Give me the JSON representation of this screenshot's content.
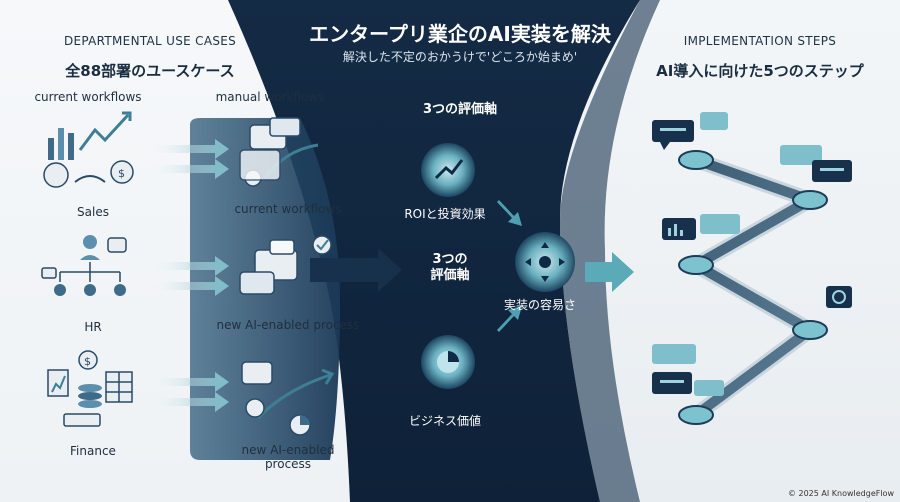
{
  "header": {
    "title": "エンタープリ業企のAI実装を解決",
    "subtitle": "解決した不定のおかうけで'どころか始まめ'"
  },
  "left": {
    "heading": "DEPARTMENTAL USE CASES",
    "subheading": "全88部署のユースケース",
    "col_current": "current workflows",
    "col_manual": "manual workflows",
    "departments": [
      "Sales",
      "HR",
      "Finance"
    ],
    "workflow_labels": [
      "current workflows",
      "new AI-enabled process",
      "new AI-enabled\nprocess"
    ]
  },
  "center": {
    "axis_title_1": "3つの評価軸",
    "axis_title_2": "3つの\n評価軸",
    "roi_label": "ROIと投資効果",
    "ease_label": "実装の容易さ",
    "business_label": "ビジネス価値"
  },
  "right": {
    "heading": "IMPLEMENTATION STEPS",
    "subheading": "AI導入に向けた5つのステップ"
  },
  "footer": {
    "copyright": "© 2025 AI KnowledgeFlow"
  },
  "colors": {
    "navy": "#17304c",
    "deep_navy": "#0f2238",
    "teal": "#4ea8b6",
    "light_teal": "#9fd3dc",
    "background": "#f3f6f8"
  }
}
